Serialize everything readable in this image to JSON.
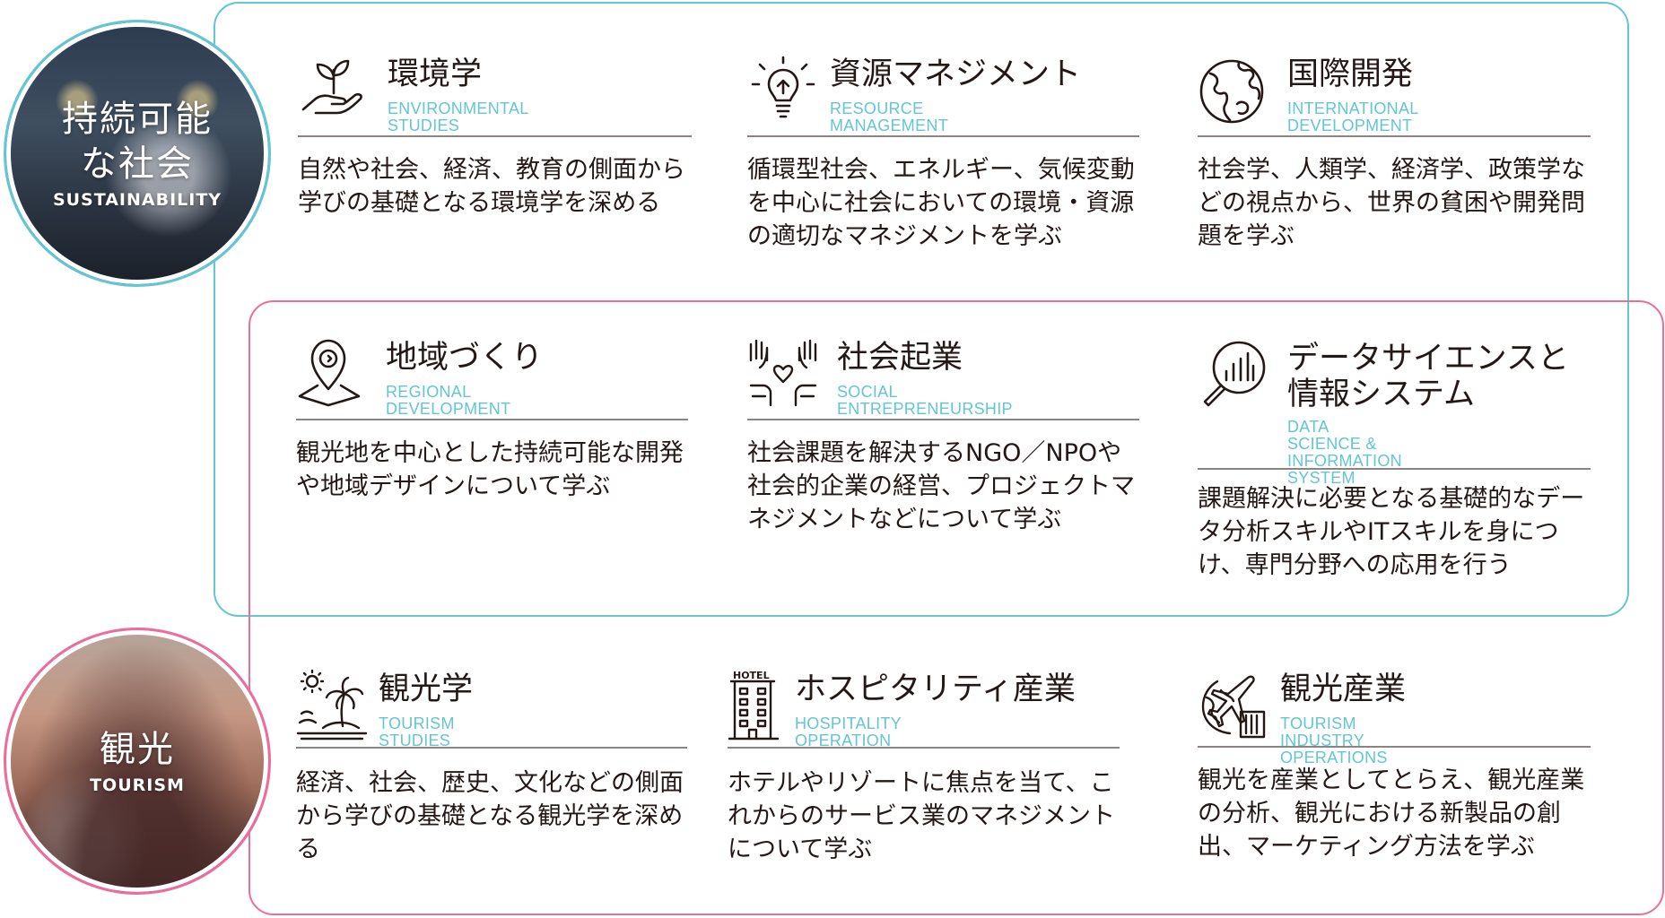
{
  "groups": {
    "sustainability": {
      "title": "持続可能な社会",
      "subtitle": "SUSTAINABILITY",
      "color": "#62c6d3"
    },
    "tourism": {
      "title": "観光",
      "subtitle": "TOURISM",
      "color": "#ec6d9c"
    }
  },
  "fields": [
    {
      "title": "環境学",
      "en": "ENVIRONMENTAL STUDIES",
      "icon": "plant-in-hand-icon",
      "desc": "自然や社会、経済、教育の側面から学びの基礎となる環境学を深める"
    },
    {
      "title": "資源マネジメント",
      "en": "RESOURCE MANAGEMENT",
      "icon": "lightbulb-idea-icon",
      "desc": "循環型社会、エネルギー、気候変動を中心に社会においての環境・資源の適切なマネジメントを学ぶ"
    },
    {
      "title": "国際開発",
      "en": "INTERNATIONAL DEVELOPMENT",
      "icon": "globe-icon",
      "desc": "社会学、人類学、経済学、政策学などの視点から、世界の貧困や開発問題を学ぶ"
    },
    {
      "title": "地域づくり",
      "en": "REGIONAL DEVELOPMENT",
      "icon": "map-pin-icon",
      "desc": "観光地を中心とした持続可能な開発や地域デザインについて学ぶ"
    },
    {
      "title": "社会起業",
      "en": "SOCIAL ENTREPRENEURSHIP",
      "icon": "hands-heart-icon",
      "desc": "社会課題を解決するNGO／NPOや社会的企業の経営、プロジェクトマネジメントなどについて学ぶ"
    },
    {
      "title": "データサイエンスと情報システム",
      "en": "DATA SCIENCE &\nINFORMATION SYSTEM",
      "icon": "magnifier-chart-icon",
      "desc": "課題解決に必要となる基礎的なデータ分析スキルやITスキルを身につけ、専門分野への応用を行う"
    },
    {
      "title": "観光学",
      "en": "TOURISM STUDIES",
      "icon": "island-sun-icon",
      "desc": "経済、社会、歴史、文化などの側面から学びの基礎となる観光学を深める"
    },
    {
      "title": "ホスピタリティ産業",
      "en": "HOSPITALITY OPERATION",
      "icon": "hotel-building-icon",
      "desc": "ホテルやリゾートに焦点を当て、これからのサービス業のマネジメントについて学ぶ"
    },
    {
      "title": "観光産業",
      "en": "TOURISM INDUSTRY OPERATIONS",
      "icon": "plane-globe-icon",
      "desc": "観光を産業としてとらえ、観光産業の分析、観光における新製品の創出、マーケティング方法を学ぶ"
    }
  ]
}
